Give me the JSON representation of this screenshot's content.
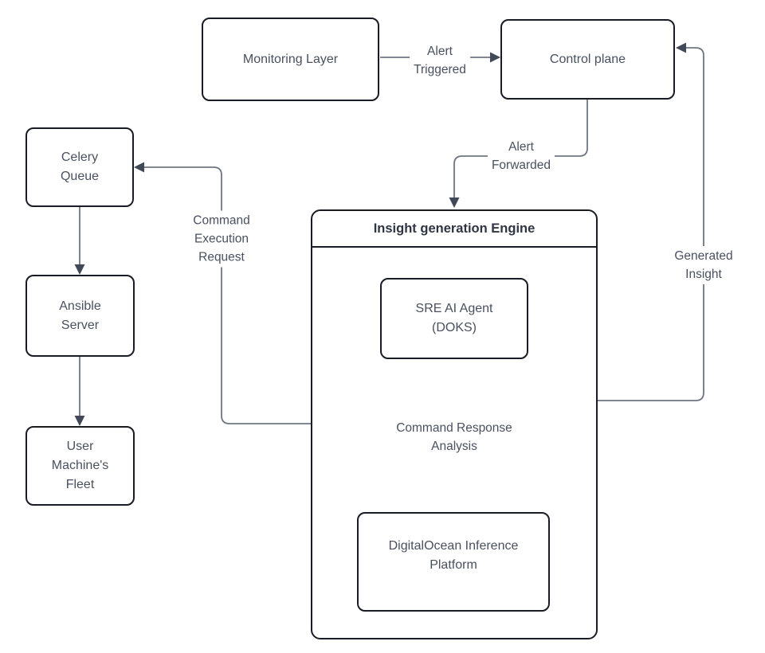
{
  "diagram": {
    "type": "flowchart",
    "nodes": {
      "monitoring_layer": {
        "label": "Monitoring Layer"
      },
      "control_plane": {
        "label": "Control plane"
      },
      "celery_queue": {
        "label": "Celery\nQueue"
      },
      "ansible_server": {
        "label": "Ansible\nServer"
      },
      "user_machines_fleet": {
        "label": "User\nMachine's\nFleet"
      },
      "insight_engine": {
        "title": "Insight generation Engine"
      },
      "sre_ai_agent": {
        "label": "SRE AI Agent\n(DOKS)"
      },
      "digitalocean_inference": {
        "label": "DigitalOcean Inference\nPlatform"
      }
    },
    "edges": {
      "alert_triggered": {
        "label": "Alert\nTriggered",
        "from": "monitoring_layer",
        "to": "control_plane"
      },
      "alert_forwarded": {
        "label": "Alert\nForwarded",
        "from": "control_plane",
        "to": "insight_engine"
      },
      "command_response_analysis": {
        "label": "Command Response\nAnalysis",
        "from": "sre_ai_agent",
        "to": "digitalocean_inference"
      },
      "command_execution_request": {
        "label": "Command\nExecution\nRequest",
        "from": "insight_engine",
        "to": "celery_queue"
      },
      "generated_insight": {
        "label": "Generated\nInsight",
        "from": "insight_engine",
        "to": "control_plane"
      },
      "celery_to_ansible": {
        "label": "",
        "from": "celery_queue",
        "to": "ansible_server"
      },
      "ansible_to_fleet": {
        "label": "",
        "from": "ansible_server",
        "to": "user_machines_fleet"
      }
    },
    "colors": {
      "bg": "#ffffff",
      "border": "#191c24",
      "line": "#6e7582",
      "arrow": "#414857",
      "text": "#49505f",
      "title": "#2f3542"
    }
  }
}
